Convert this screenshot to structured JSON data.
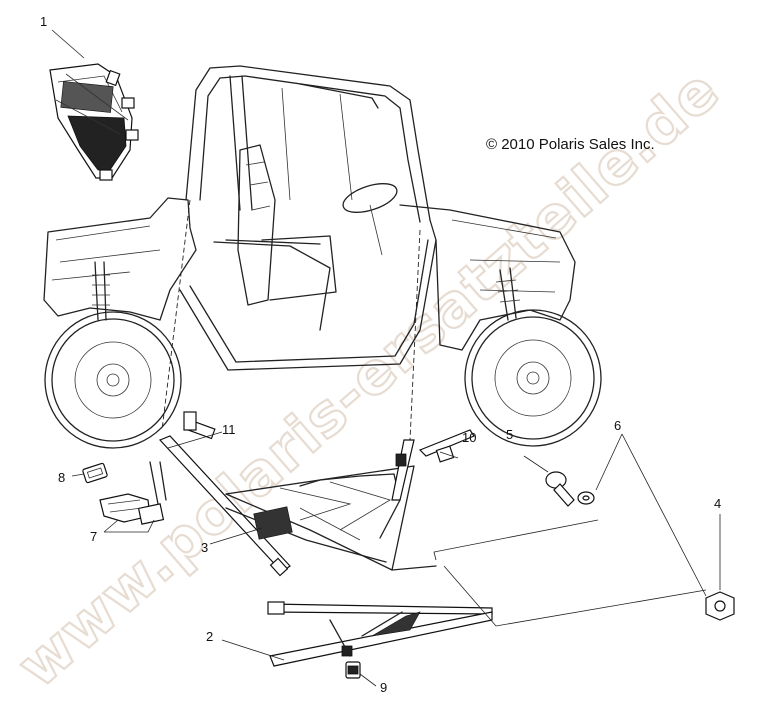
{
  "copyright": "© 2010 Polaris Sales Inc.",
  "watermark": "www.polaris-ersatzteile.de",
  "callouts": [
    {
      "id": "1",
      "label": "1"
    },
    {
      "id": "2",
      "label": "2"
    },
    {
      "id": "3",
      "label": "3"
    },
    {
      "id": "4",
      "label": "4"
    },
    {
      "id": "5",
      "label": "5"
    },
    {
      "id": "6",
      "label": "6"
    },
    {
      "id": "7",
      "label": "7"
    },
    {
      "id": "8",
      "label": "8"
    },
    {
      "id": "9",
      "label": "9"
    },
    {
      "id": "10",
      "label": "10"
    },
    {
      "id": "11",
      "label": "11"
    }
  ]
}
